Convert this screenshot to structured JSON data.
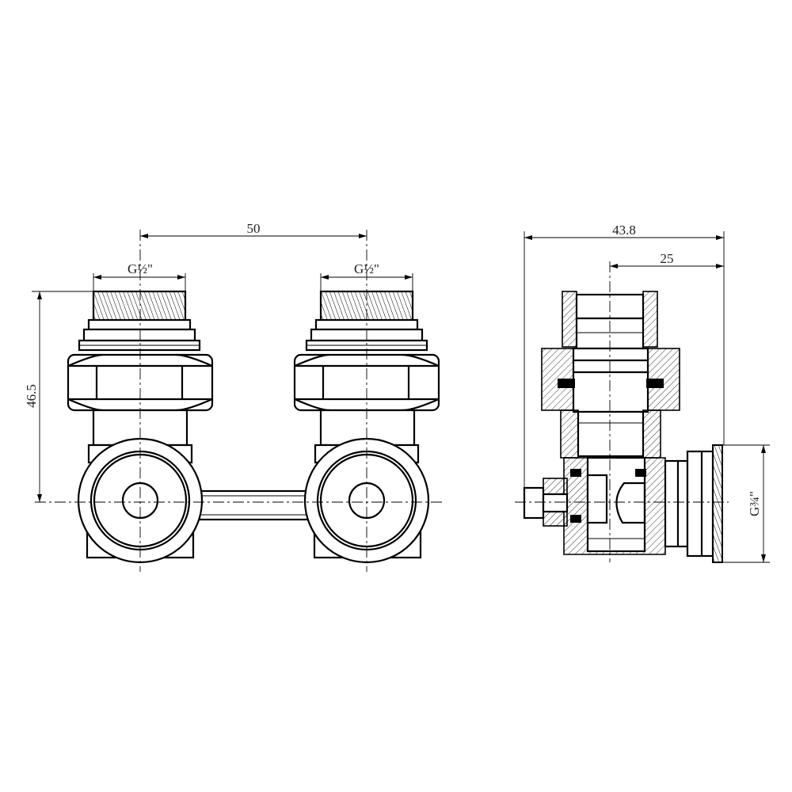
{
  "dimensions": {
    "spacing": "50",
    "thread_left": "G½\"",
    "thread_right": "G½\"",
    "height": "46.5",
    "depth": "43.8",
    "offset": "25",
    "outlet_thread": "G¾\""
  }
}
